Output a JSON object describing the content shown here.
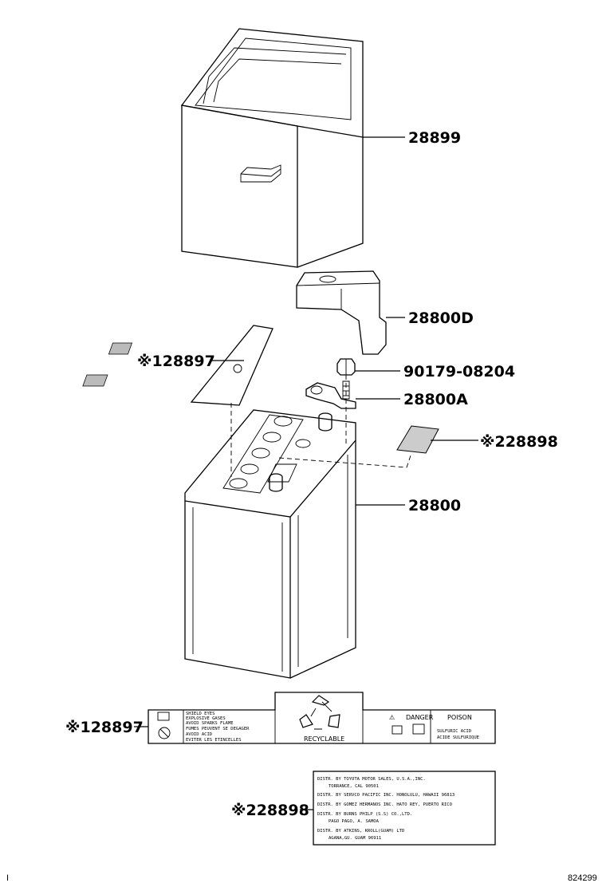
{
  "parts": {
    "tray": "28899",
    "terminal_cover": "28800D",
    "bolt": "90179-08204",
    "clamp": "28800A",
    "label_28897_upper": "※128897",
    "label_28898_upper": "※228898",
    "battery": "28800",
    "label_28897_lower": "※128897",
    "label_28898_lower": "※228898"
  },
  "warning_label": {
    "recyclable": "RECYCLABLE",
    "danger": "DANGER",
    "poison": "POISON",
    "left_lines": [
      "SHIELD EYES",
      "EXPLOSIVE GASES",
      "AVOID SPARKS FLAME",
      "FUMES PEUVENT SE DEGAGER",
      "AVOID ACID",
      "EVITER LES ETINCELLES"
    ],
    "right_lines": [
      "SULFURIC ACID",
      "ACIDE SULFURIQUE"
    ]
  },
  "distributor_label": {
    "lines": [
      "DISTR. BY TOYOTA MOTOR SALES, U.S.A.,INC.",
      "TORRANCE, CAL 90501",
      "DISTR. BY SERVCO PACIFIC INC. HONOLULU, HAWAII 96813",
      "DISTR. BY GOMEZ HERMANOS INC. HATO REY, PUERTO RICO",
      "DISTR. BY BURNS PHILP (S.S) CO.,LTD.",
      "PAGO PAGO, A. SAMOA",
      "DISTR. BY ATKINS, KROLL(GUAM) LTD",
      "AGANA,GU. GUAM 96911"
    ]
  },
  "footer": {
    "left_mark": "I",
    "diagram_id": "824299"
  }
}
